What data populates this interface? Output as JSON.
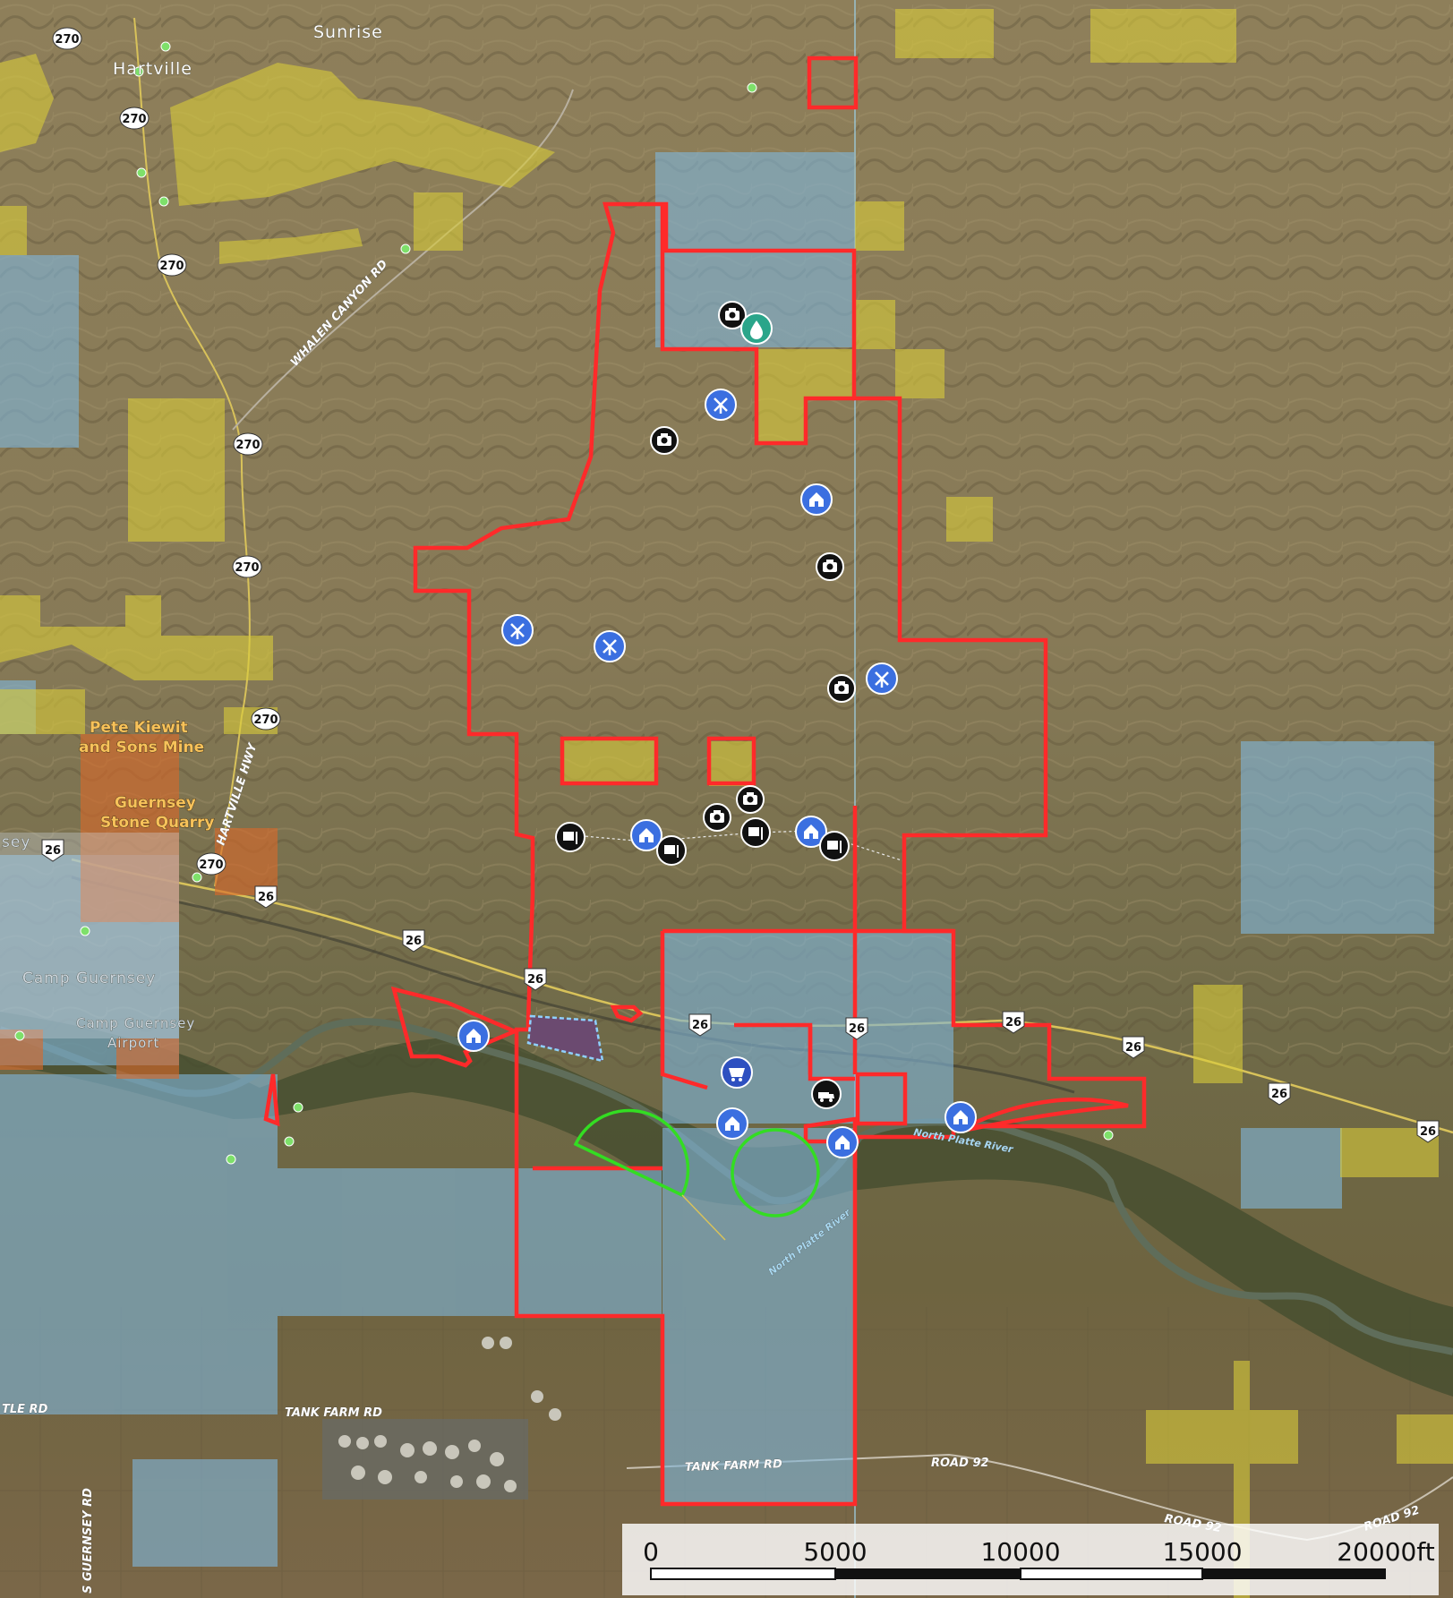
{
  "places": [
    {
      "id": "sunrise",
      "text": "Sunrise"
    },
    {
      "id": "hartville",
      "text": "Hartville"
    },
    {
      "id": "pete-kiewit-1",
      "text": "Pete Kiewit"
    },
    {
      "id": "pete-kiewit-2",
      "text": "and Sons Mine"
    },
    {
      "id": "guernsey-quarry-1",
      "text": "Guernsey"
    },
    {
      "id": "guernsey-quarry-2",
      "text": "Stone Quarry"
    },
    {
      "id": "camp-guernsey",
      "text": "Camp Guernsey"
    },
    {
      "id": "airport-1",
      "text": "Camp Guernsey"
    },
    {
      "id": "airport-2",
      "text": "Airport"
    },
    {
      "id": "sey",
      "text": "sey"
    }
  ],
  "roads": [
    {
      "id": "whalen-canyon",
      "text": "WHALEN CANYON RD"
    },
    {
      "id": "hartville-hwy",
      "text": "HARTVILLE HWY"
    },
    {
      "id": "tank-farm-1",
      "text": "TANK FARM RD"
    },
    {
      "id": "tank-farm-2",
      "text": "TANK FARM RD"
    },
    {
      "id": "road92-1",
      "text": "ROAD 92"
    },
    {
      "id": "road92-2",
      "text": "ROAD 92"
    },
    {
      "id": "road92-3",
      "text": "ROAD 92"
    },
    {
      "id": "s-guernsey",
      "text": "S GUERNSEY RD"
    },
    {
      "id": "tle-rd",
      "text": "TLE RD"
    },
    {
      "id": "north-platte-1",
      "text": "North Platte River"
    },
    {
      "id": "north-platte-2",
      "text": "North Platte River"
    }
  ],
  "shields": {
    "route270": "270",
    "route26": "26"
  },
  "scale_bar": {
    "labels": [
      "0",
      "5000",
      "10000",
      "15000",
      "20000ft"
    ]
  },
  "colors": {
    "parcel_outline": "#ff2a2a",
    "state_land": "#7fb4d8",
    "blm_land": "#d8cc3a",
    "mine_area": "#d9692a",
    "pivot_circle": "#33dd22",
    "poi_blue": "#3b6fe0",
    "poi_black": "#111111",
    "poi_teal": "#2aa58a"
  },
  "icons": {
    "camera": "camera-icon",
    "windmill": "windmill-icon",
    "house": "house-icon",
    "flag": "flag-icon",
    "water": "water-drop-icon",
    "mine_cart": "mine-cart-icon",
    "truck": "truck-icon"
  }
}
